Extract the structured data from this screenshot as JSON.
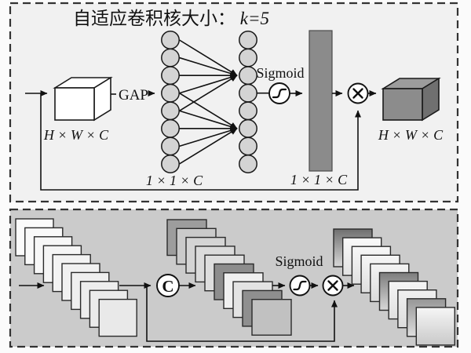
{
  "colors": {
    "page_bg": "#fbfbfb",
    "top_panel_bg": "#f1f1f1",
    "bottom_panel_bg": "#cbcbcb",
    "node_fill": "#d4d4d4",
    "bar_fill": "#8b8b8b",
    "input_cube_face": "#ffffff",
    "output_cube_front": "#8c8c8c",
    "output_cube_top": "#9c9c9c",
    "output_cube_side": "#707070"
  },
  "top_panel": {
    "title": "自适应卷积核大小：",
    "title_k": "k=5",
    "kernel_size": 5,
    "input_cube_label": "H × W × C",
    "gap_label": "GAP",
    "left_vector_label": "1 × 1 × C",
    "right_vector_label": "1 × 1 × C",
    "sigmoid_label": "Sigmoid",
    "output_cube_label": "H × W × C",
    "nodes_per_column": 8,
    "connections": [
      {
        "target": 2,
        "sources": [
          0,
          1,
          2,
          3,
          4
        ]
      },
      {
        "target": 5,
        "sources": [
          3,
          4,
          5,
          6,
          7
        ]
      }
    ]
  },
  "bottom_panel": {
    "concat_label": "C",
    "sigmoid_label": "Sigmoid",
    "input_stack_fills": [
      "#fbfbfb",
      "#f9f9f9",
      "#f7f7f7",
      "#f5f5f5",
      "#f3f3f3",
      "#f1f1f1",
      "#efefef",
      "#ededed",
      "#ebebeb",
      "#e9e9e9"
    ],
    "concat_stack_fills": [
      "#9d9d9d",
      "#cacaca",
      "#d4d4d4",
      "#dbdbdb",
      "#dedede",
      "#8d8d8d",
      "#f0f0f0",
      "#e3e3e3",
      "#8f8f8f",
      "#c1c1c1"
    ],
    "output_stack_fills": [
      [
        "#6f6f6f",
        "#d8d8d8"
      ],
      [
        "#fafafa",
        "#e2e2e2"
      ],
      [
        "#f8f8f8",
        "#e0e0e0"
      ],
      [
        "#f6f6f6",
        "#dedede"
      ],
      [
        "#f4f4f4",
        "#dcdcdc"
      ],
      [
        "#7d7d7d",
        "#d8d8d8"
      ],
      [
        "#f5f5f5",
        "#e0e0e0"
      ],
      [
        "#f0f0f0",
        "#dcdcdc"
      ],
      [
        "#969696",
        "#dedede"
      ],
      [
        "#f6f6f6",
        "#c9c9c9"
      ]
    ]
  }
}
